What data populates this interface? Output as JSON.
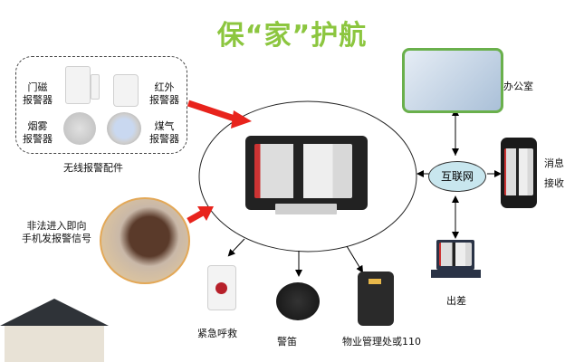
{
  "title": "保“家”护航",
  "sensors": {
    "group_label": "无线报警配件",
    "items": [
      {
        "label_line1": "门磁",
        "label_line2": "报警器"
      },
      {
        "label_line1": "红外",
        "label_line2": "报警器"
      },
      {
        "label_line1": "烟雾",
        "label_line2": "报警器"
      },
      {
        "label_line1": "煤气",
        "label_line2": "报警器"
      }
    ]
  },
  "intrusion": {
    "line1": "非法进入即向",
    "line2": "手机发报警信号"
  },
  "hub": {
    "device": "central-tablet-monitor"
  },
  "outputs": [
    {
      "label": "紧急呼救"
    },
    {
      "label": "警笛"
    },
    {
      "label": "物业管理处或110"
    }
  ],
  "network": {
    "cloud_label": "互联网",
    "office_label": "办公室",
    "phone_label_line1": "消息",
    "phone_label_line2": "接收",
    "travel_label": "出差"
  },
  "colors": {
    "title": "#8cc63f",
    "arrow": "#e8231c",
    "cloud": "#c8e6ee",
    "office_border": "#6ab04c"
  }
}
